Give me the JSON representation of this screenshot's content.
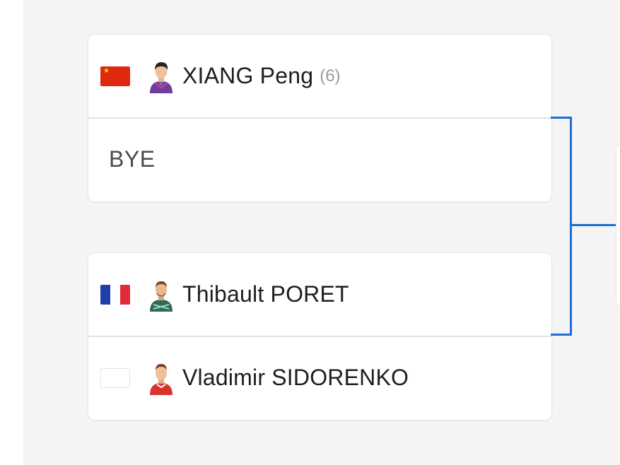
{
  "draw": {
    "matches": [
      {
        "players": [
          {
            "flag": "china-flag",
            "name": "XIANG Peng",
            "seed": "(6)",
            "avatar": "player-avatar-purple"
          },
          {
            "name": "BYE"
          }
        ]
      },
      {
        "players": [
          {
            "flag": "france-flag",
            "name": "Thibault PORET",
            "avatar": "player-avatar-green"
          },
          {
            "flag": "empty-flag",
            "name": "Vladimir SIDORENKO",
            "avatar": "player-avatar-red"
          }
        ]
      }
    ],
    "colors": {
      "bracket_line": "#1d6fd8",
      "panel_bg": "#f4f4f5",
      "card_bg": "#ffffff"
    }
  }
}
